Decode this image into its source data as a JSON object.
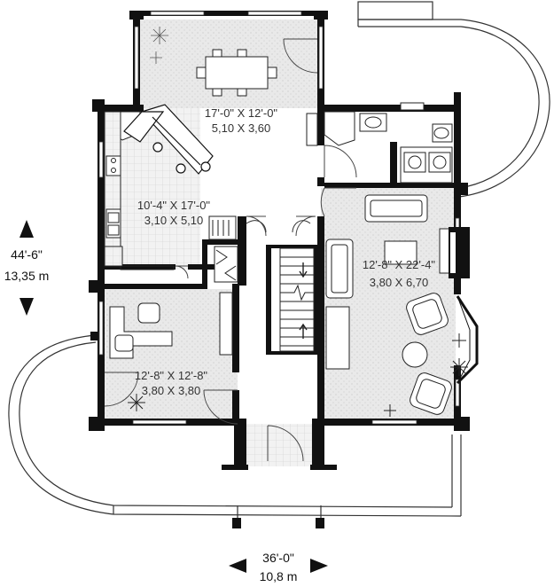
{
  "dimensions": {
    "depth_imperial": "44'-6\"",
    "depth_metric": "13,35 m",
    "width_imperial": "36'-0\"",
    "width_metric": "10,8 m"
  },
  "rooms": {
    "dining": {
      "imperial": "17'-0\" X 12'-0\"",
      "metric": "5,10 X 3,60"
    },
    "kitchen": {
      "imperial": "10'-4\" X 17'-0\"",
      "metric": "3,10 X 5,10"
    },
    "living": {
      "imperial": "12'-8\" X 22'-4\"",
      "metric": "3,80 X 6,70"
    },
    "office": {
      "imperial": "12'-8\" X 12'-8\"",
      "metric": "3,80 X 3,80"
    }
  },
  "colors": {
    "wall": "#111111",
    "floor_shade": "#e6e6e6",
    "line": "#333333",
    "background": "#ffffff"
  },
  "icons": [
    "arrow-up-icon",
    "arrow-down-icon",
    "arrow-left-icon",
    "arrow-right-icon"
  ]
}
